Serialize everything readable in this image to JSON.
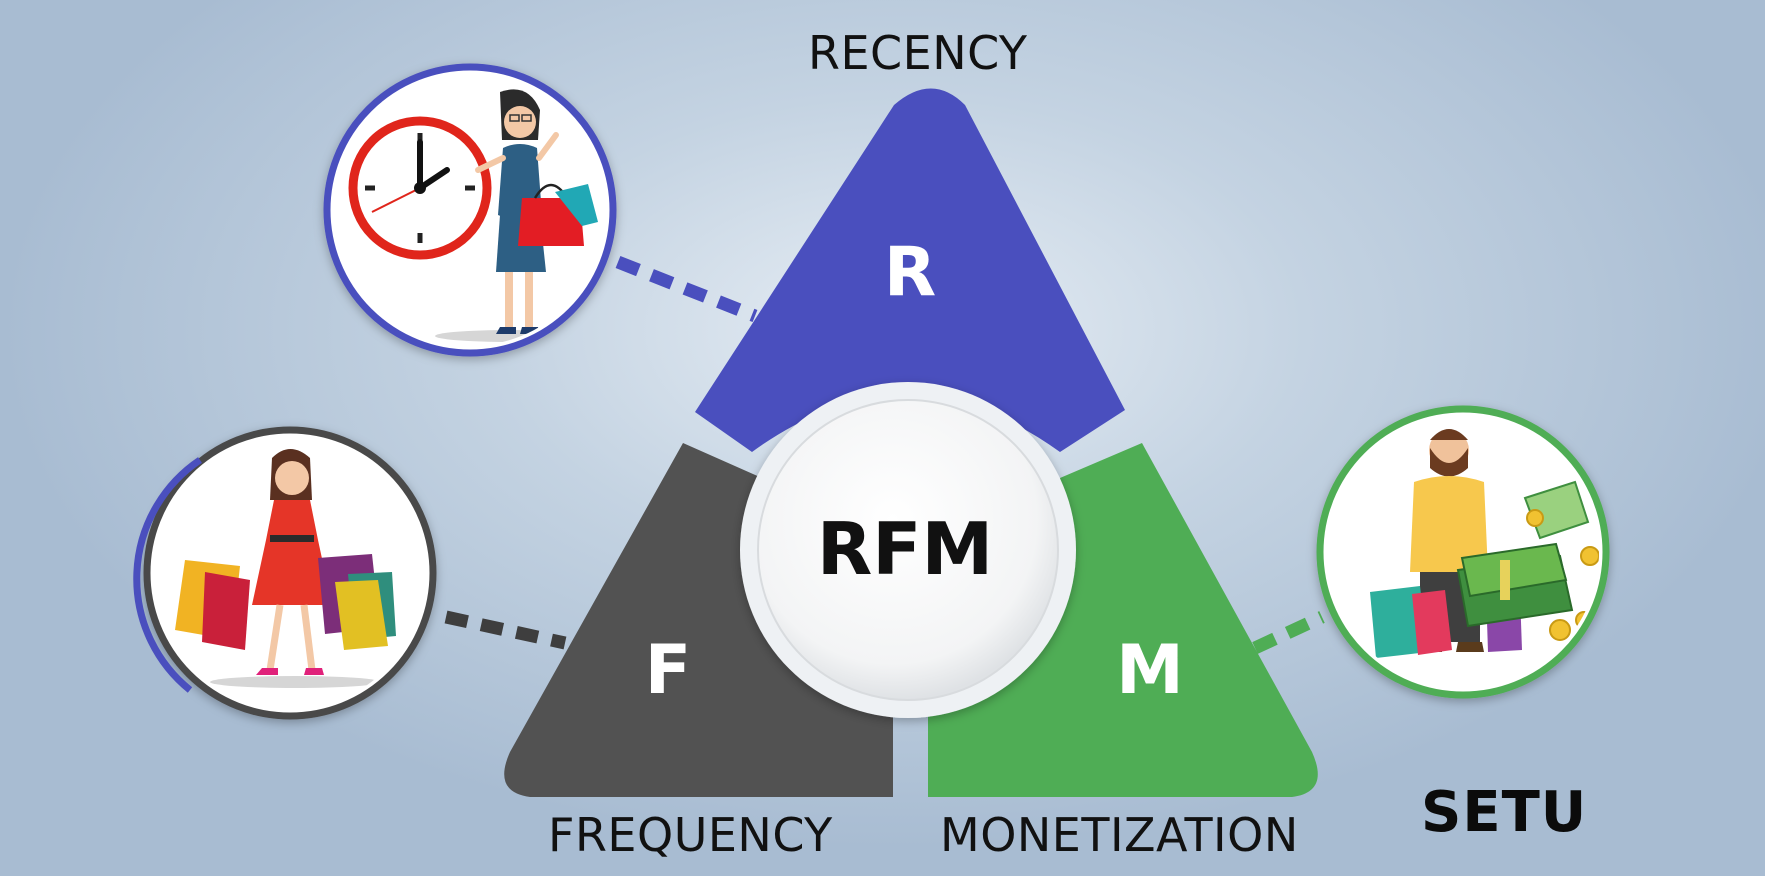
{
  "center": {
    "label": "RFM"
  },
  "segments": {
    "recency": {
      "letter": "R",
      "label": "RECENCY",
      "color": "#4a4fbe"
    },
    "frequency": {
      "letter": "F",
      "label": "FREQUENCY",
      "color": "#525252"
    },
    "monetization": {
      "letter": "M",
      "label": "MONETIZATION",
      "color": "#4fad55"
    }
  },
  "illustrations": {
    "recency": {
      "icon": "clock-shopper-woman-icon",
      "ring_color": "#4a4fbe"
    },
    "frequency": {
      "icon": "shopping-bags-woman-icon",
      "ring_color": "#4a4a4a"
    },
    "monetization": {
      "icon": "money-man-shopping-icon",
      "ring_color": "#4fad55"
    }
  },
  "brand": {
    "text": "SETU"
  }
}
